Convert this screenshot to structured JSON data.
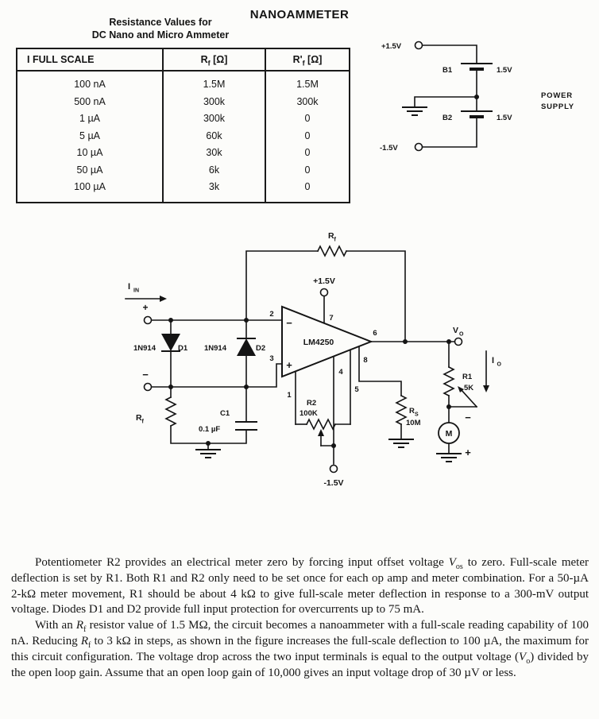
{
  "page": {
    "title": "NANOAMMETER"
  },
  "table": {
    "caption": [
      "Resistance Values for",
      "DC Nano and Micro Ammeter"
    ],
    "headers": [
      [
        {
          "t": "I FULL SCALE"
        }
      ],
      [
        {
          "t": "R"
        },
        {
          "t": "f",
          "sub": true
        },
        {
          "t": " [Ω]"
        }
      ],
      [
        {
          "t": "R'"
        },
        {
          "t": "f",
          "sub": true
        },
        {
          "t": " [Ω]"
        }
      ]
    ],
    "rows": [
      [
        "100 nA",
        "1.5M",
        "1.5M"
      ],
      [
        "500 nA",
        "300k",
        "300k"
      ],
      [
        "1 µA",
        "300k",
        "0"
      ],
      [
        "5 µA",
        "60k",
        "0"
      ],
      [
        "10 µA",
        "30k",
        "0"
      ],
      [
        "50 µA",
        "6k",
        "0"
      ],
      [
        "100 µA",
        "3k",
        "0"
      ]
    ]
  },
  "power": {
    "plus": "+1.5V",
    "minus": "-1.5V",
    "b1": "B1",
    "b1_value": "1.5V",
    "b2": "B2",
    "b2_value": "1.5V",
    "title1": "POWER",
    "title2": "SUPPLY"
  },
  "schematic": {
    "iin_main": "I",
    "iin_sub": "IN",
    "in_plus": "+",
    "in_minus": "−",
    "d1_part": "1N914",
    "d1": "D1",
    "d2_part": "1N914",
    "d2": "D2",
    "rf_in_main": "R",
    "rf_in_sub": "f",
    "c1": "C1",
    "c1_value": "0.1 µF",
    "rf_fb_main": "R",
    "rf_fb_sub": "f",
    "vplus": "+1.5V",
    "vminus": "-1.5V",
    "pin1": "1",
    "pin2": "2",
    "pin3": "3",
    "pin4": "4",
    "pin5": "5",
    "pin6": "6",
    "pin7": "7",
    "pin8": "8",
    "opamp": "LM4250",
    "op_minus": "−",
    "op_plus": "+",
    "vo_main": "V",
    "vo_sub": "O",
    "io_main": "I",
    "io_sub": "O",
    "r1": "R1",
    "r1_value": "5K",
    "rs_main": "R",
    "rs_sub": "S",
    "rs_value": "10M",
    "r2": "R2",
    "r2_value": "100K",
    "meter": "M",
    "m_minus": "−",
    "m_plus": "+"
  },
  "body": {
    "paragraphs": [
      [
        {
          "t": "Potentiometer R2 provides an electrical meter zero by forcing input offset voltage "
        },
        {
          "t": "V",
          "i": true
        },
        {
          "t": "os",
          "sub": true
        },
        {
          "t": " to zero. Full-scale meter deflection is set by R1. Both R1 and R2 only need to be set once for each op amp and meter combination. For a 50-µA 2-kΩ meter movement, R1 should be about 4 kΩ to give full-scale meter deflection in response to a 300-mV output voltage. Diodes D1 and D2 provide full input protection for overcurrents up to 75 mA."
        }
      ],
      [
        {
          "t": "With an "
        },
        {
          "t": "R",
          "i": true
        },
        {
          "t": "f",
          "sub": true
        },
        {
          "t": " resistor value of 1.5 MΩ, the circuit becomes a nanoammeter with a full-scale reading capability of 100 nA. Reducing "
        },
        {
          "t": "R",
          "i": true
        },
        {
          "t": "f",
          "sub": true
        },
        {
          "t": " to 3 kΩ in steps, as shown in the figure increases the full-scale deflection to 100 µA, the maximum for this circuit configuration. The voltage drop across the two input terminals is equal to the output voltage ("
        },
        {
          "t": "V",
          "i": true
        },
        {
          "t": "o",
          "sub": true
        },
        {
          "t": ") divided by the open loop gain. Assume that an open loop gain of 10,000 gives an input voltage drop of 30 µV or less."
        }
      ]
    ]
  }
}
